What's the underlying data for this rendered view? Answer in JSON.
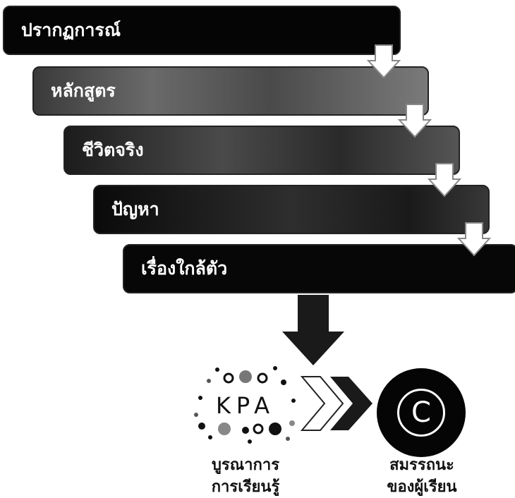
{
  "steps": [
    {
      "label": "ปรากฏการณ์"
    },
    {
      "label": "หลักสูตร"
    },
    {
      "label": "ชีวิตจริง"
    },
    {
      "label": "ปัญหา"
    },
    {
      "label": "เรื่องใกล้ตัว"
    }
  ],
  "kpa": {
    "label": "KPA",
    "caption_line1": "บูรณาการ",
    "caption_line2": "การเรียนรู้"
  },
  "competency": {
    "letter": "C",
    "caption_line1": "สมรรถนะ",
    "caption_line2": "ของผู้เรียน"
  },
  "colors": {
    "bar_dark": "#050505",
    "arrow_fill": "#ffffff",
    "circle": "#050505"
  },
  "icons": [
    "step-arrow-icon",
    "down-arrow-icon",
    "chevron-right-icon",
    "dots-cluster-icon"
  ]
}
